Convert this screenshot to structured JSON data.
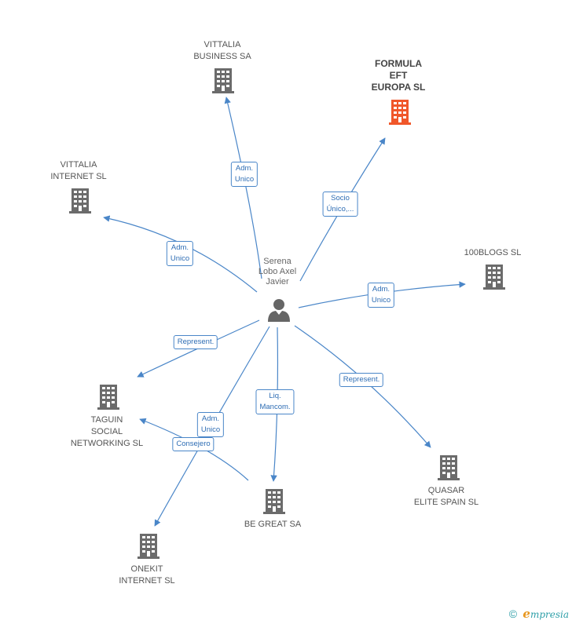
{
  "center": {
    "name_lines": [
      "Serena",
      "Lobo Axel",
      "Javier"
    ],
    "icon": "person-icon"
  },
  "companies": [
    {
      "id": "vittalia-business",
      "lines": [
        "VITTALIA",
        "BUSINESS SA"
      ],
      "highlight": false
    },
    {
      "id": "formula-eft",
      "lines": [
        "FORMULA",
        "EFT",
        "EUROPA SL"
      ],
      "highlight": true
    },
    {
      "id": "vittalia-internet",
      "lines": [
        "VITTALIA",
        "INTERNET SL"
      ],
      "highlight": false
    },
    {
      "id": "100blogs",
      "lines": [
        "100BLOGS SL"
      ],
      "highlight": false
    },
    {
      "id": "taguin",
      "lines": [
        "TAGUIN",
        "SOCIAL",
        "NETWORKING SL"
      ],
      "highlight": false
    },
    {
      "id": "be-great",
      "lines": [
        "BE GREAT SA"
      ],
      "highlight": false
    },
    {
      "id": "quasar",
      "lines": [
        "QUASAR",
        "ELITE SPAIN SL"
      ],
      "highlight": false
    },
    {
      "id": "onekit",
      "lines": [
        "ONEKIT",
        "INTERNET SL"
      ],
      "highlight": false
    }
  ],
  "relations": [
    {
      "id": "rel-vittalia-business",
      "lines": [
        "Adm.",
        "Unico"
      ]
    },
    {
      "id": "rel-formula-eft",
      "lines": [
        "Socio",
        "Único,..."
      ]
    },
    {
      "id": "rel-vittalia-internet",
      "lines": [
        "Adm.",
        "Unico"
      ]
    },
    {
      "id": "rel-100blogs",
      "lines": [
        "Adm.",
        "Unico"
      ]
    },
    {
      "id": "rel-taguin",
      "lines": [
        "Represent."
      ]
    },
    {
      "id": "rel-quasar",
      "lines": [
        "Represent."
      ]
    },
    {
      "id": "rel-be-great",
      "lines": [
        "Liq.",
        "Mancom."
      ]
    },
    {
      "id": "rel-onekit",
      "lines": [
        "Adm.",
        "Unico"
      ]
    },
    {
      "id": "rel-taguin-begreat",
      "lines": [
        "Consejero"
      ]
    }
  ],
  "colors": {
    "edge": "#4a86c8",
    "building": "#6b6b6b",
    "building_highlight": "#f0572a",
    "person": "#666666"
  },
  "footer": {
    "copyright": "©",
    "brand_initial": "e",
    "brand_rest": "mpresia"
  }
}
